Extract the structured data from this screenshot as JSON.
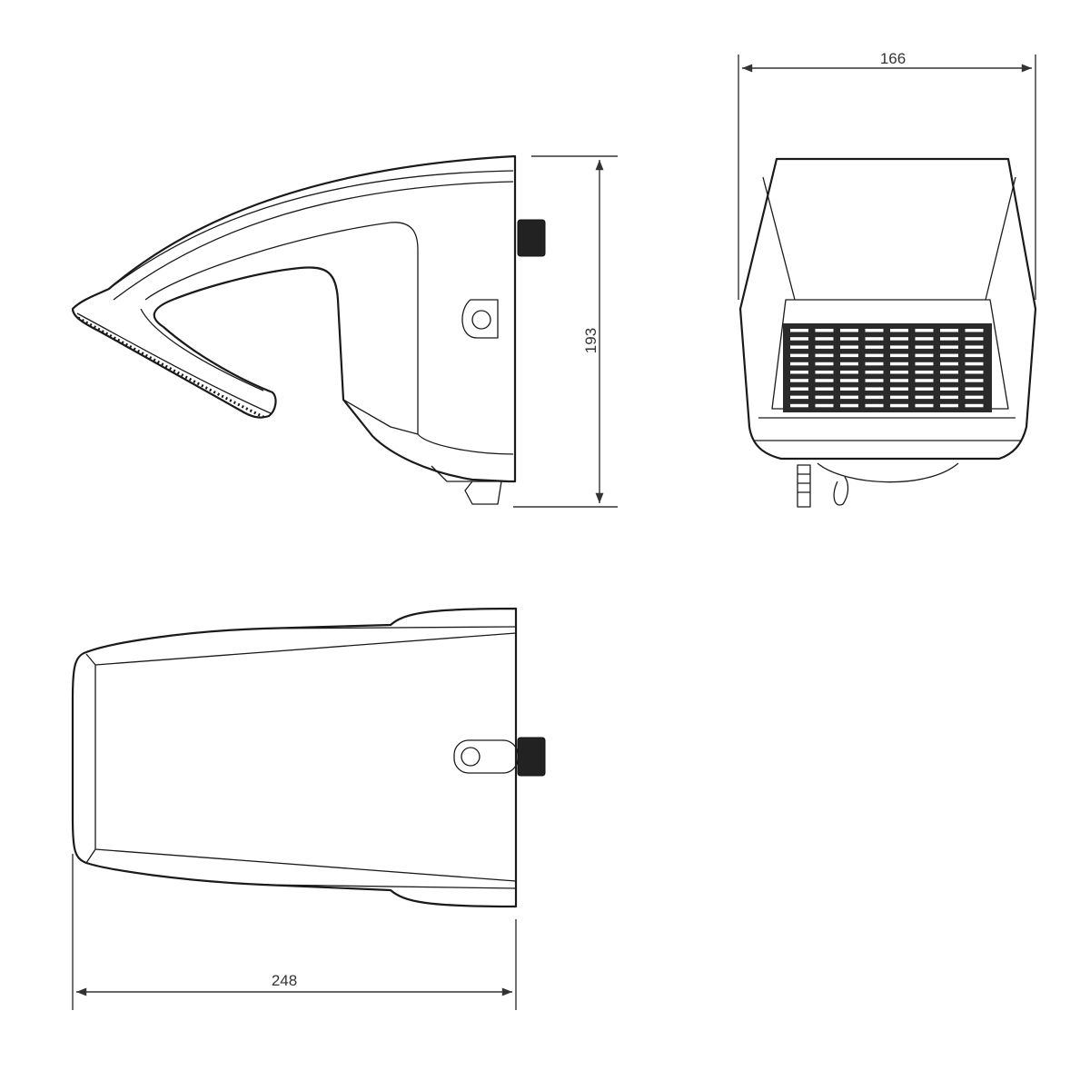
{
  "drawing": {
    "dimensions": {
      "width_front": "166",
      "height_side": "193",
      "length_top": "248"
    },
    "views": [
      "side-view",
      "front-view",
      "top-view"
    ],
    "line_color": "#1a1a1a",
    "background": "#ffffff"
  }
}
